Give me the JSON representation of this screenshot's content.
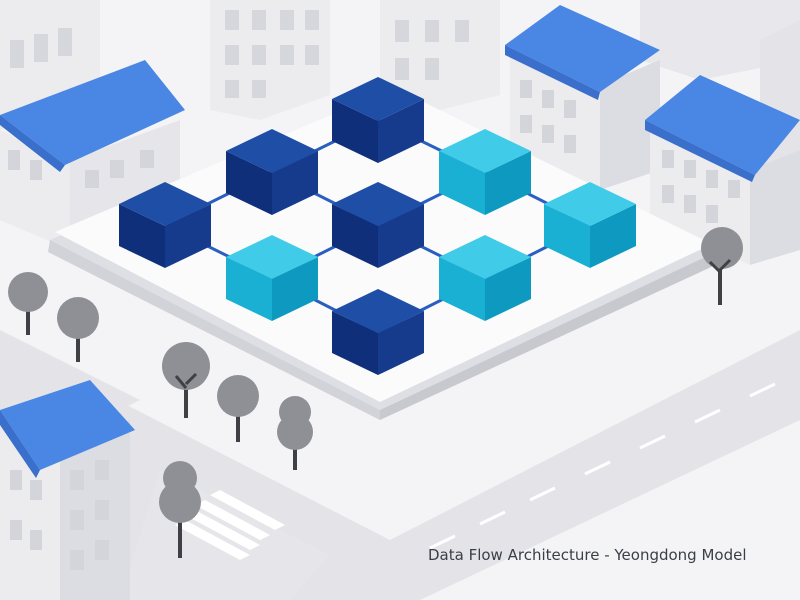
{
  "caption": "Data Flow Architecture - Yeongdong Model",
  "palette": {
    "background": "#f4f4f6",
    "building_wall": "#ececef",
    "building_side": "#dcdde2",
    "window": "#d4d5da",
    "roof": "#4a86e3",
    "roof_dark": "#3a6fcb",
    "road": "#e2e2e6",
    "road_mark": "#ffffff",
    "platform_top": "#fbfbfc",
    "platform_side": "#dedfe4",
    "cube_dark_top": "#1e4ea6",
    "cube_dark_left": "#102f7a",
    "cube_dark_right": "#163b8c",
    "cube_light_top": "#40cce8",
    "cube_light_left": "#1ab0d4",
    "cube_light_right": "#0e9ac0",
    "connector": "#2a5fc0",
    "tree_canopy": "#8f9096",
    "tree_trunk": "#3f4045"
  },
  "nodes": [
    {
      "id": "n1",
      "tone": "dark"
    },
    {
      "id": "n2",
      "tone": "dark"
    },
    {
      "id": "n3",
      "tone": "dark"
    },
    {
      "id": "n4",
      "tone": "light"
    },
    {
      "id": "n5",
      "tone": "dark"
    },
    {
      "id": "n6",
      "tone": "light"
    },
    {
      "id": "n7",
      "tone": "light"
    },
    {
      "id": "n8",
      "tone": "light"
    },
    {
      "id": "n9",
      "tone": "dark"
    }
  ]
}
